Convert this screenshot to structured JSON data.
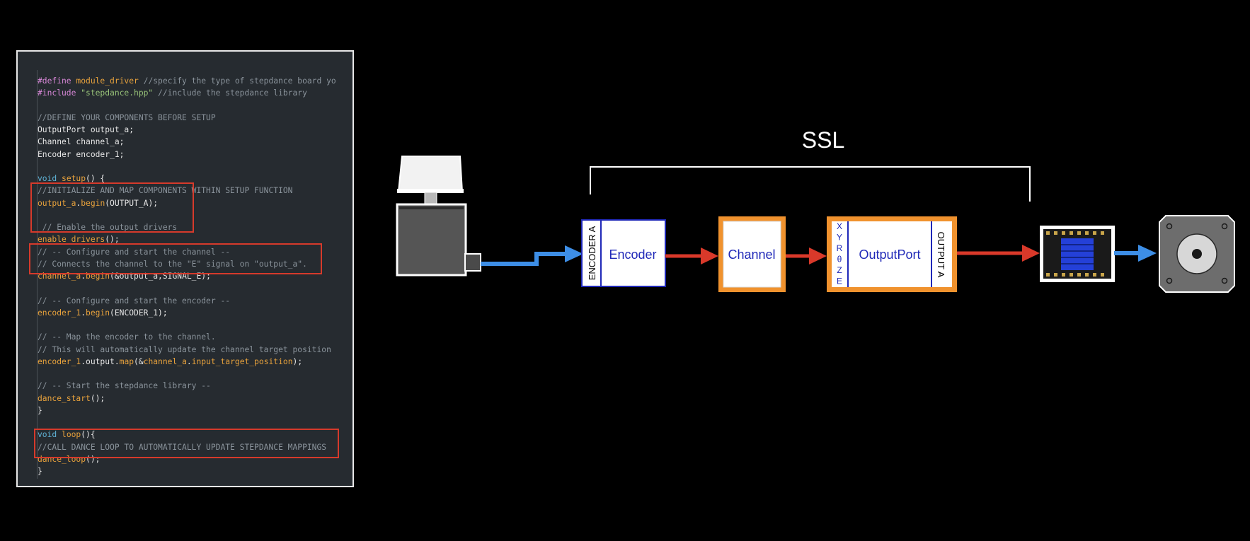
{
  "code": {
    "lines": [
      [
        {
          "t": "#define ",
          "c": "directive"
        },
        {
          "t": "module_driver ",
          "c": "fn"
        },
        {
          "t": "//specify the type of stepdance board yo",
          "c": "comment"
        }
      ],
      [
        {
          "t": "#include ",
          "c": "directive"
        },
        {
          "t": "\"stepdance.hpp\"",
          "c": "string"
        },
        {
          "t": " //include the stepdance library",
          "c": "comment"
        }
      ],
      [],
      [
        {
          "t": "//DEFINE YOUR COMPONENTS BEFORE SETUP",
          "c": "comment"
        }
      ],
      [
        {
          "t": "OutputPort output_a;",
          "c": "plain"
        }
      ],
      [
        {
          "t": "Channel channel_a;",
          "c": "plain"
        }
      ],
      [
        {
          "t": "Encoder encoder_1;",
          "c": "plain"
        }
      ],
      [],
      [
        {
          "t": "void ",
          "c": "keyword"
        },
        {
          "t": "setup",
          "c": "fn"
        },
        {
          "t": "() {",
          "c": "plain"
        }
      ],
      [
        {
          "t": "//INITIALIZE AND MAP COMPONENTS WITHIN SETUP FUNCTION",
          "c": "comment"
        }
      ],
      [
        {
          "t": "output_a",
          "c": "fn"
        },
        {
          "t": ".",
          "c": "plain"
        },
        {
          "t": "begin",
          "c": "fn"
        },
        {
          "t": "(OUTPUT_A);",
          "c": "plain"
        }
      ],
      [],
      [
        {
          "t": " // Enable the output drivers",
          "c": "comment"
        }
      ],
      [
        {
          "t": "enable_drivers",
          "c": "fn"
        },
        {
          "t": "();",
          "c": "plain"
        }
      ],
      [
        {
          "t": "// -- Configure and start the channel --",
          "c": "comment"
        }
      ],
      [
        {
          "t": "// Connects the channel to the \"E\" signal on \"output_a\".",
          "c": "comment"
        }
      ],
      [
        {
          "t": "channel_a",
          "c": "fn"
        },
        {
          "t": ".",
          "c": "plain"
        },
        {
          "t": "begin",
          "c": "fn"
        },
        {
          "t": "(&output_a,SIGNAL_E);",
          "c": "plain"
        }
      ],
      [],
      [
        {
          "t": "// -- Configure and start the encoder --",
          "c": "comment"
        }
      ],
      [
        {
          "t": "encoder_1",
          "c": "fn"
        },
        {
          "t": ".",
          "c": "plain"
        },
        {
          "t": "begin",
          "c": "fn"
        },
        {
          "t": "(ENCODER_1);",
          "c": "plain"
        }
      ],
      [],
      [
        {
          "t": "// -- Map the encoder to the channel.",
          "c": "comment"
        }
      ],
      [
        {
          "t": "// This will automatically update the channel target position",
          "c": "comment"
        }
      ],
      [
        {
          "t": "encoder_1",
          "c": "fn"
        },
        {
          "t": ".output.",
          "c": "plain"
        },
        {
          "t": "map",
          "c": "fn"
        },
        {
          "t": "(&",
          "c": "plain"
        },
        {
          "t": "channel_a",
          "c": "fn"
        },
        {
          "t": ".",
          "c": "plain"
        },
        {
          "t": "input_target_position",
          "c": "fn"
        },
        {
          "t": ");",
          "c": "plain"
        }
      ],
      [],
      [
        {
          "t": "// -- Start the stepdance library --",
          "c": "comment"
        }
      ],
      [
        {
          "t": "dance_start",
          "c": "fn"
        },
        {
          "t": "();",
          "c": "plain"
        }
      ],
      [
        {
          "t": "}",
          "c": "plain"
        }
      ],
      [],
      [
        {
          "t": "void ",
          "c": "keyword"
        },
        {
          "t": "loop",
          "c": "fn"
        },
        {
          "t": "(){",
          "c": "plain"
        }
      ],
      [
        {
          "t": "//CALL DANCE LOOP TO AUTOMATICALLY UPDATE STEPDANCE MAPPINGS",
          "c": "comment"
        }
      ],
      [
        {
          "t": "dance_loop",
          "c": "fn"
        },
        {
          "t": "();",
          "c": "plain"
        }
      ],
      [
        {
          "t": "}",
          "c": "plain"
        }
      ]
    ]
  },
  "diagram": {
    "ssl_label": "SSL",
    "encoder": {
      "port_label": "ENCODER A",
      "label": "Encoder"
    },
    "channel": {
      "label": "Channel"
    },
    "output_port": {
      "signals": [
        "X",
        "Y",
        "R",
        "θ",
        "Z",
        "E"
      ],
      "label": "OutputPort",
      "port_label": "OUTPUT A"
    },
    "icons": {
      "input_device": "knob-controller-icon",
      "driver_board": "stepper-driver-board-icon",
      "motor": "stepper-motor-icon"
    },
    "colors": {
      "blue_arrow": "#3d8ee6",
      "red_arrow": "#d9392a",
      "orange_border": "#f0922e",
      "block_text": "#1f28b8",
      "highlight_box": "#d63a2b"
    }
  }
}
